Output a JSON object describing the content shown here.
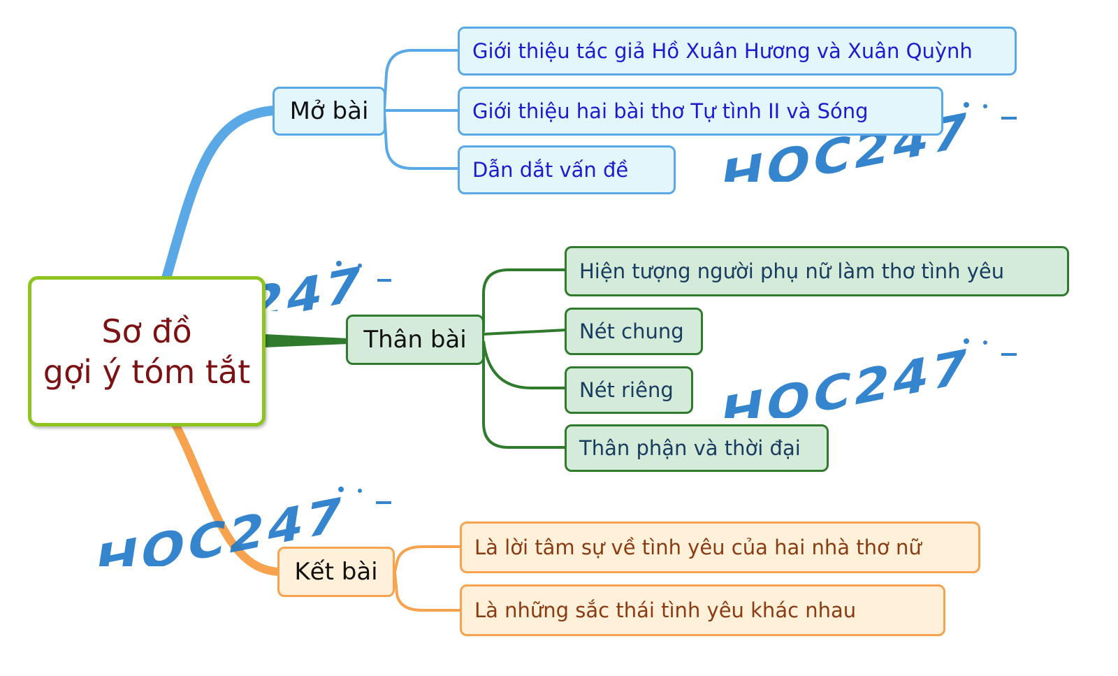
{
  "root": {
    "line1": "Sơ đồ",
    "line2": "gợi ý tóm tắt"
  },
  "branches": [
    {
      "label": "Mở bài",
      "color": "#5aa9e6",
      "items": [
        "Giới thiệu tác giả Hồ Xuân Hương và Xuân Quỳnh",
        "Giới thiệu hai bài thơ Tự tình II và Sóng",
        "Dẫn dắt vấn đề"
      ]
    },
    {
      "label": "Thân bài",
      "color": "#2f7a2c",
      "items": [
        "Hiện tượng người phụ nữ làm thơ tình yêu",
        "Nét chung",
        "Nét riêng",
        "Thân phận và thời đại"
      ]
    },
    {
      "label": "Kết bài",
      "color": "#f6a24e",
      "items": [
        "Là lời tâm sự về tình yêu của hai nhà thơ nữ",
        "Là những sắc thái tình yêu khác nhau"
      ]
    }
  ],
  "watermark": {
    "text": "HỌC247",
    "color": "#1f78c8"
  }
}
